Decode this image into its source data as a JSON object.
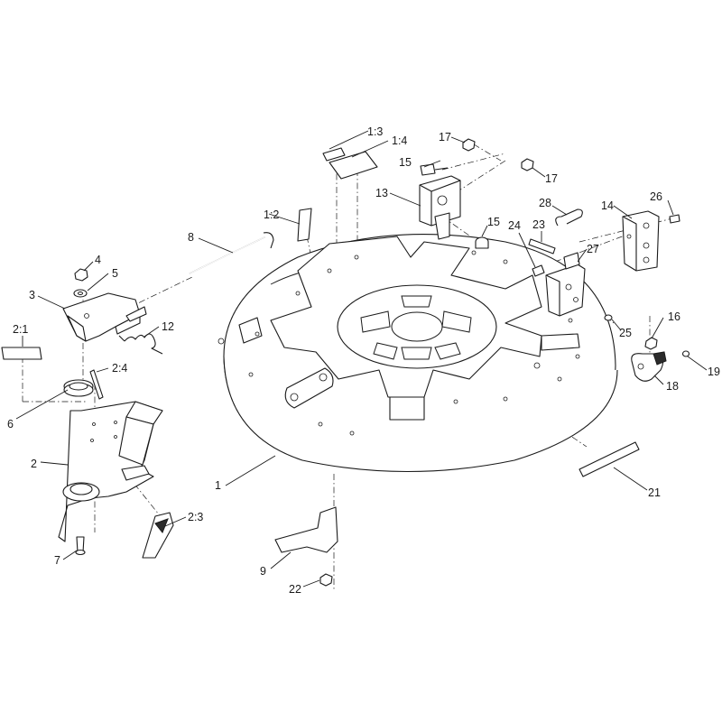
{
  "callouts": {
    "c1": "1",
    "c1_2": "1:2",
    "c1_3": "1:3",
    "c1_4": "1:4",
    "c2": "2",
    "c2_1": "2:1",
    "c2_3": "2:3",
    "c2_4": "2:4",
    "c3": "3",
    "c4": "4",
    "c5": "5",
    "c6": "6",
    "c7": "7",
    "c8": "8",
    "c9": "9",
    "c12": "12",
    "c13": "13",
    "c14": "14",
    "c15a": "15",
    "c15b": "15",
    "c16": "16",
    "c17a": "17",
    "c17b": "17",
    "c18": "18",
    "c19": "19",
    "c21": "21",
    "c22": "22",
    "c23": "23",
    "c24": "24",
    "c25": "25",
    "c26": "26",
    "c27": "27",
    "c28": "28"
  },
  "colors": {
    "line": "#1a1a1a",
    "fill": "#ffffff"
  }
}
